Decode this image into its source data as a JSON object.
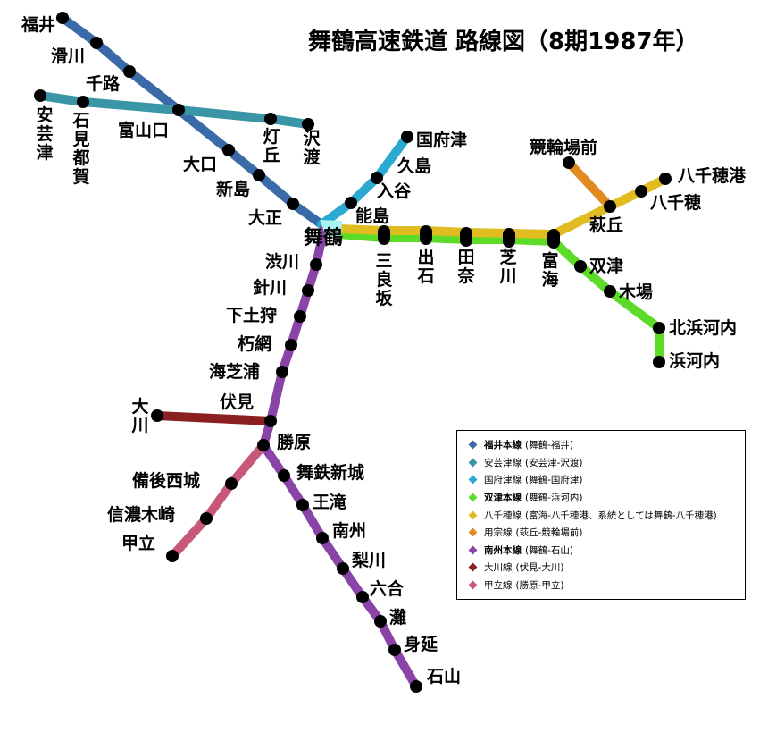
{
  "title": "舞鶴高速鉄道 路線図（8期1987年）",
  "colors": {
    "fukui": "#3a6aa8",
    "aki": "#3a96a6",
    "kokufu": "#2aaad0",
    "sozu": "#5cdc28",
    "yachiho": "#e0bc20",
    "yoso": "#e08a20",
    "nanshu": "#8a44a8",
    "okawa": "#8a2020",
    "koryu": "#c85878"
  },
  "stations": {
    "fukui": "福井",
    "namekawa": "滑川",
    "senro": "千路",
    "tomiyamaguchi": "富山口",
    "ookuchi": "大口",
    "niijima": "新島",
    "taisho": "大正",
    "maizuru": "舞鶴",
    "akitsu": "安芸津",
    "iwamitoga": "石見都賀",
    "tooka": "灯丘",
    "sawatari": "沢渡",
    "kokufutsu": "国府津",
    "kushima": "久島",
    "iriya": "入谷",
    "noto": "能島",
    "sanryozaka": "三良坂",
    "izuishi": "出石",
    "tana": "田奈",
    "shibakawa": "芝川",
    "tomiumi": "富海",
    "sozu": "双津",
    "kiba": "木場",
    "kitahamakochi": "北浜河内",
    "hamakochi": "浜河内",
    "keirinjomae": "競輪場前",
    "hagioka": "萩丘",
    "yachiho": "八千穂",
    "yachihoko": "八千穂港",
    "shibukawa": "渋川",
    "harikawa": "針川",
    "shimotogari": "下土狩",
    "kutsuami": "朽網",
    "kaishiura": "海芝浦",
    "fushimi": "伏見",
    "okawa": "大川",
    "katsuhara": "勝原",
    "bingosaijo": "備後西城",
    "shinanokizaki": "信濃木崎",
    "koryu": "甲立",
    "maitetsushinjo": "舞鉄新城",
    "otaki": "王滝",
    "nanshu": "南州",
    "nashikawa": "梨川",
    "rokugo": "六合",
    "nada": "灘",
    "minobu": "身延",
    "ishiyama": "石山"
  },
  "legend": [
    {
      "name": "福井本線",
      "bold": true,
      "range": "(舞鶴-福井)",
      "color": "#3a6aa8"
    },
    {
      "name": "安芸津線",
      "bold": false,
      "range": "(安芸津-沢渡)",
      "color": "#3a96a6"
    },
    {
      "name": "国府津線",
      "bold": false,
      "range": "(舞鶴-国府津)",
      "color": "#2aaad0"
    },
    {
      "name": "双津本線",
      "bold": true,
      "range": "(舞鶴-浜河内)",
      "color": "#5cdc28"
    },
    {
      "name": "八千穂線",
      "bold": false,
      "range": "(富海-八千穂港、系統としては舞鶴-八千穂港)",
      "color": "#e0bc20"
    },
    {
      "name": "用宗線",
      "bold": false,
      "range": "(萩丘-競輪場前)",
      "color": "#e08a20"
    },
    {
      "name": "南州本線",
      "bold": true,
      "range": "(舞鶴-石山)",
      "color": "#8a44a8"
    },
    {
      "name": "大川線",
      "bold": false,
      "range": "(伏見-大川)",
      "color": "#8a2020"
    },
    {
      "name": "甲立線",
      "bold": false,
      "range": "(勝原-甲立)",
      "color": "#c85878"
    }
  ]
}
